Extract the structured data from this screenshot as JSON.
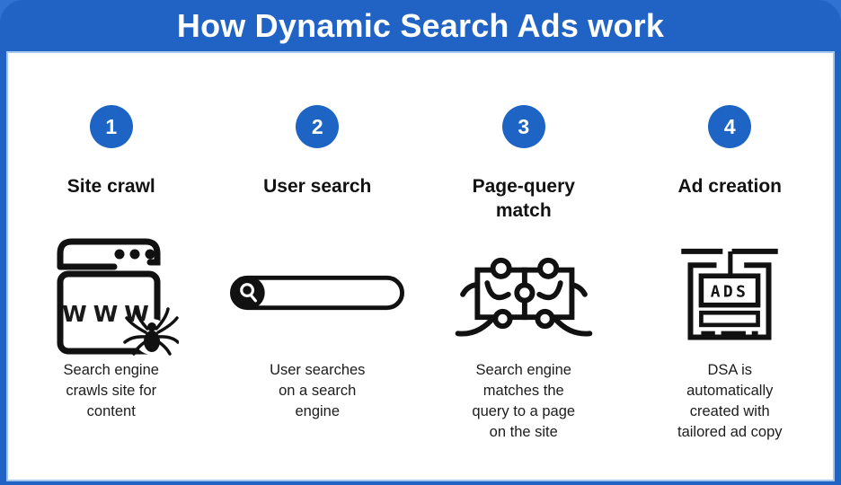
{
  "header": {
    "title": "How Dynamic Search Ads work"
  },
  "steps": [
    {
      "number": "1",
      "title": "Site crawl",
      "icon": "browser-spider-icon",
      "icon_text": "WWW",
      "description": "Search engine\ncrawls site for\ncontent"
    },
    {
      "number": "2",
      "title": "User search",
      "icon": "search-bar-icon",
      "description": "User searches\non a search\nengine"
    },
    {
      "number": "3",
      "title": "Page-query\nmatch",
      "icon": "puzzle-match-icon",
      "description": "Search engine\nmatches the\nquery to a page\non the site"
    },
    {
      "number": "4",
      "title": "Ad creation",
      "icon": "ad-sign-icon",
      "icon_text": "ADS",
      "description": "DSA is\nautomatically\ncreated with\ntailored ad copy"
    }
  ],
  "colors": {
    "accent_blue": "#1e64c5",
    "background_blue": "#2063c4",
    "outer_blue": "#2f72d2",
    "card_border": "#a6c8ef",
    "icon_ink": "#111111",
    "text_dark": "#1c1c1c"
  }
}
